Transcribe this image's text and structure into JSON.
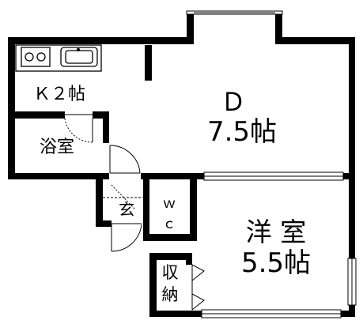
{
  "rooms": {
    "kitchen": "Ｋ２帖",
    "dining_letter": "Ｄ",
    "dining_size": "7.5帖",
    "bath": "浴室",
    "entrance": "玄",
    "toilet_w": "ｗ",
    "toilet_c": "ｃ",
    "western_label": "洋 室",
    "western_size": "5.5帖",
    "storage_top": "収",
    "storage_bottom": "納"
  }
}
